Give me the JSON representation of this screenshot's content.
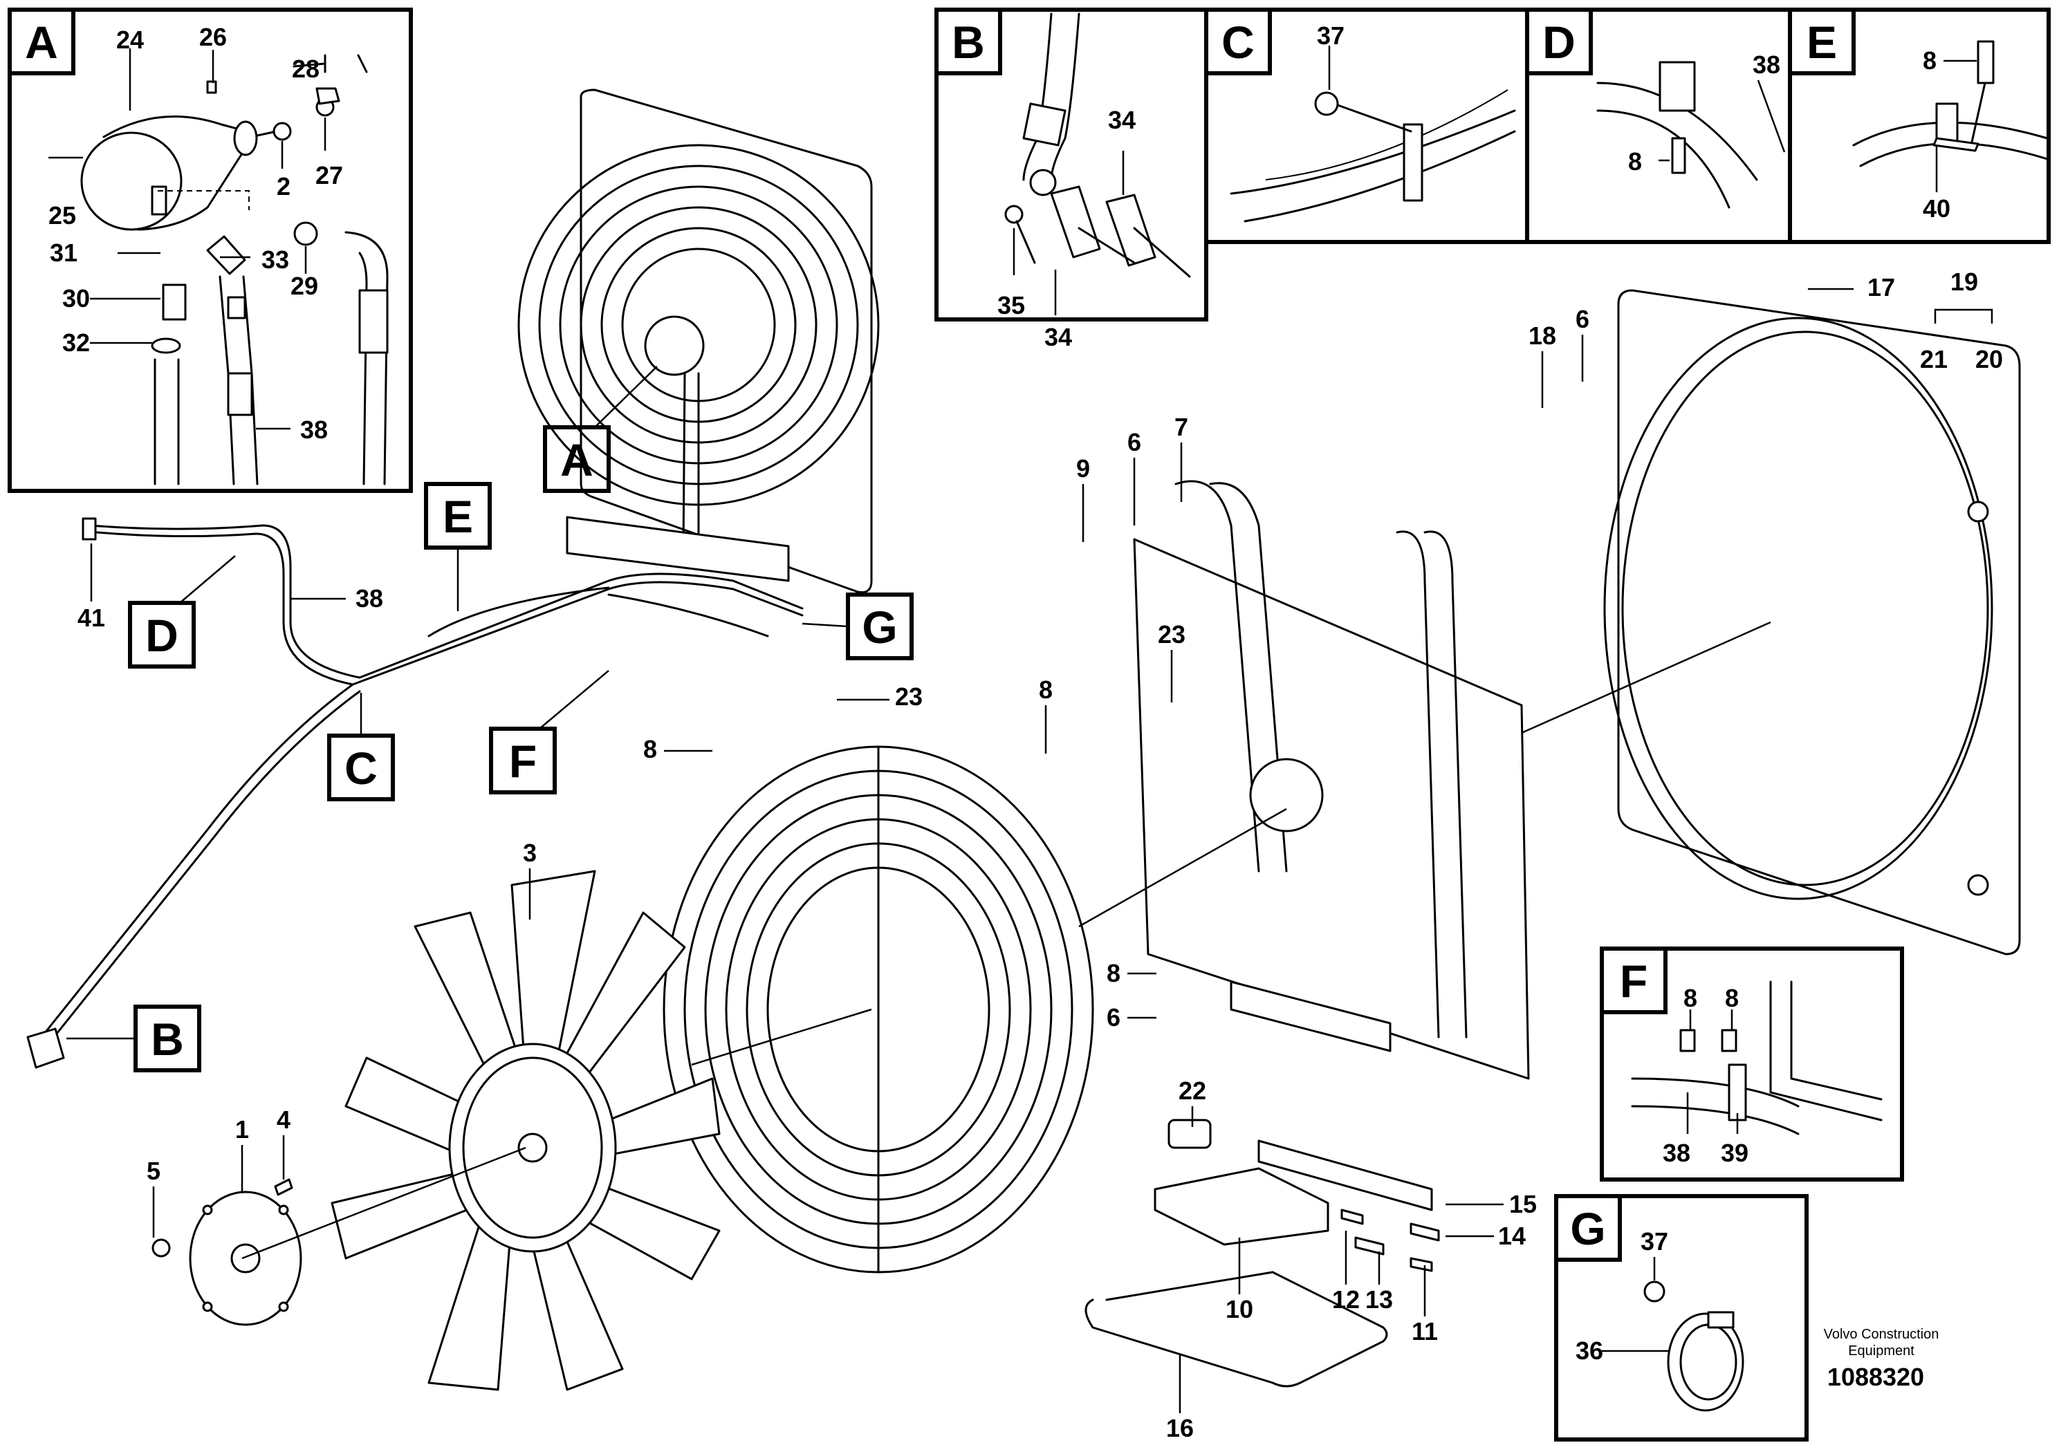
{
  "detail_letters": {
    "A": "A",
    "B": "B",
    "C": "C",
    "D": "D",
    "E": "E",
    "F": "F",
    "G": "G"
  },
  "part_numbers": {
    "p1": "1",
    "p2": "2",
    "p3": "3",
    "p4": "4",
    "p5": "5",
    "p6": "6",
    "p7": "7",
    "p8": "8",
    "p9": "9",
    "p10": "10",
    "p11": "11",
    "p12": "12",
    "p13": "13",
    "p14": "14",
    "p15": "15",
    "p16": "16",
    "p17": "17",
    "p18": "18",
    "p19": "19",
    "p20": "20",
    "p21": "21",
    "p22": "22",
    "p23": "23",
    "p24": "24",
    "p25": "25",
    "p26": "26",
    "p27": "27",
    "p28": "28",
    "p29": "29",
    "p30": "30",
    "p31": "31",
    "p32": "32",
    "p33": "33",
    "p34": "34",
    "p35": "35",
    "p36": "36",
    "p37": "37",
    "p38": "38",
    "p39": "39",
    "p40": "40",
    "p41": "41"
  },
  "caption": {
    "line1": "Volvo Construction",
    "line2": "Equipment",
    "number": "1088320"
  }
}
